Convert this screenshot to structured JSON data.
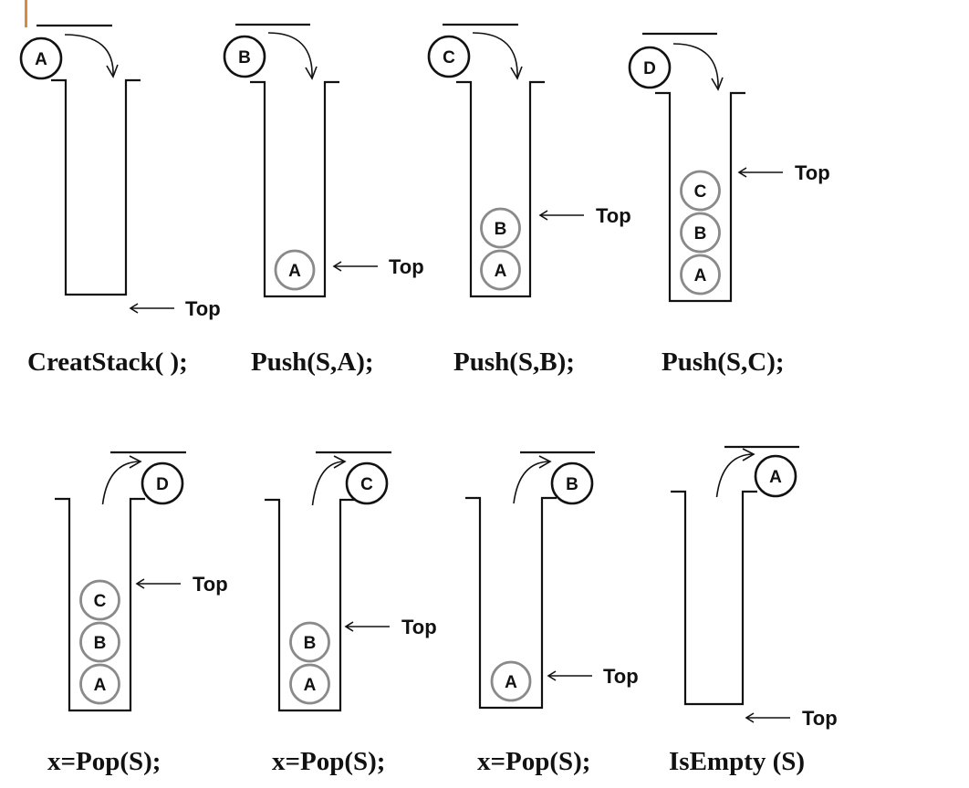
{
  "accent_color": "#d98a3a",
  "top_label": "Top",
  "steps": [
    {
      "caption": "CreatStack( );",
      "direction": "in",
      "moving": "A",
      "stack": []
    },
    {
      "caption": "Push(S,A);",
      "direction": "in",
      "moving": "B",
      "stack": [
        "A"
      ]
    },
    {
      "caption": "Push(S,B);",
      "direction": "in",
      "moving": "C",
      "stack": [
        "A",
        "B"
      ]
    },
    {
      "caption": "Push(S,C);",
      "direction": "in",
      "moving": "D",
      "stack": [
        "A",
        "B",
        "C"
      ]
    },
    {
      "caption": "x=Pop(S);",
      "direction": "out",
      "moving": "D",
      "stack": [
        "A",
        "B",
        "C"
      ]
    },
    {
      "caption": "x=Pop(S);",
      "direction": "out",
      "moving": "C",
      "stack": [
        "A",
        "B"
      ]
    },
    {
      "caption": "x=Pop(S);",
      "direction": "out",
      "moving": "B",
      "stack": [
        "A"
      ]
    },
    {
      "caption": "IsEmpty (S)",
      "direction": "out",
      "moving": "A",
      "stack": []
    }
  ]
}
